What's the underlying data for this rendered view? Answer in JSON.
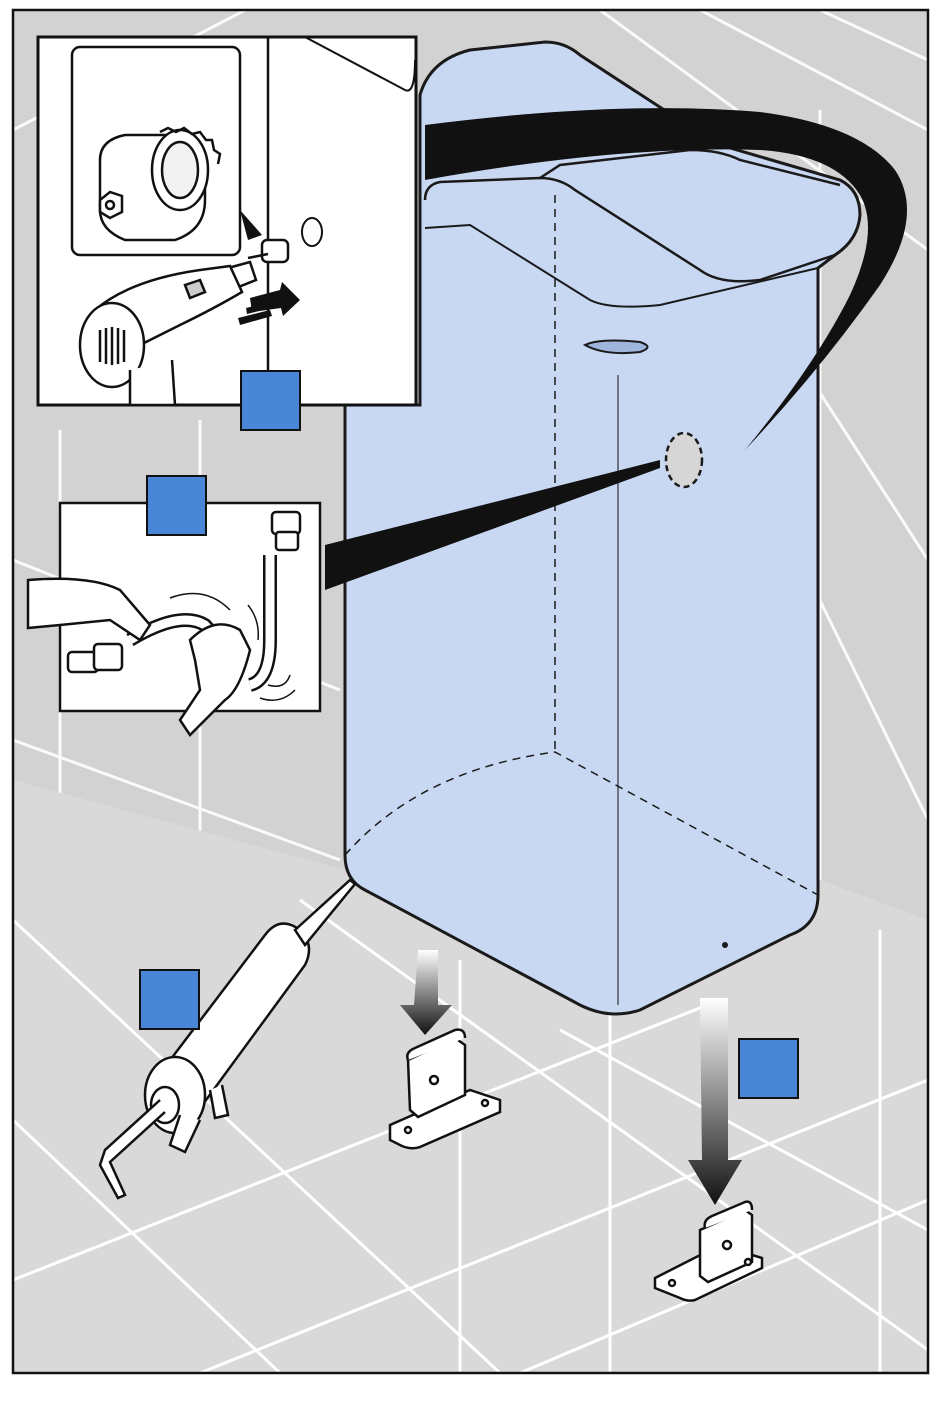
{
  "illustration": {
    "colors": {
      "wall": "#d2d2d2",
      "floor": "#d9d9d9",
      "tank_fill": "#c8d8f2",
      "tank_stroke": "#1a1a1a",
      "step_marker": "#4a86d6",
      "frame": "#111111",
      "inset_bg": "#ffffff"
    },
    "step_markers": [
      {
        "id": "marker-drill",
        "label": ""
      },
      {
        "id": "marker-hose",
        "label": ""
      },
      {
        "id": "marker-sealant",
        "label": ""
      },
      {
        "id": "marker-bracket",
        "label": ""
      }
    ],
    "insets": [
      {
        "id": "inset-drill",
        "icon": "drill-with-hole-saw-icon"
      },
      {
        "id": "inset-hose",
        "icon": "bending-hose-icon"
      }
    ],
    "parts": [
      "tank",
      "sealant-gun",
      "mounting-bracket-left",
      "mounting-bracket-right"
    ]
  }
}
